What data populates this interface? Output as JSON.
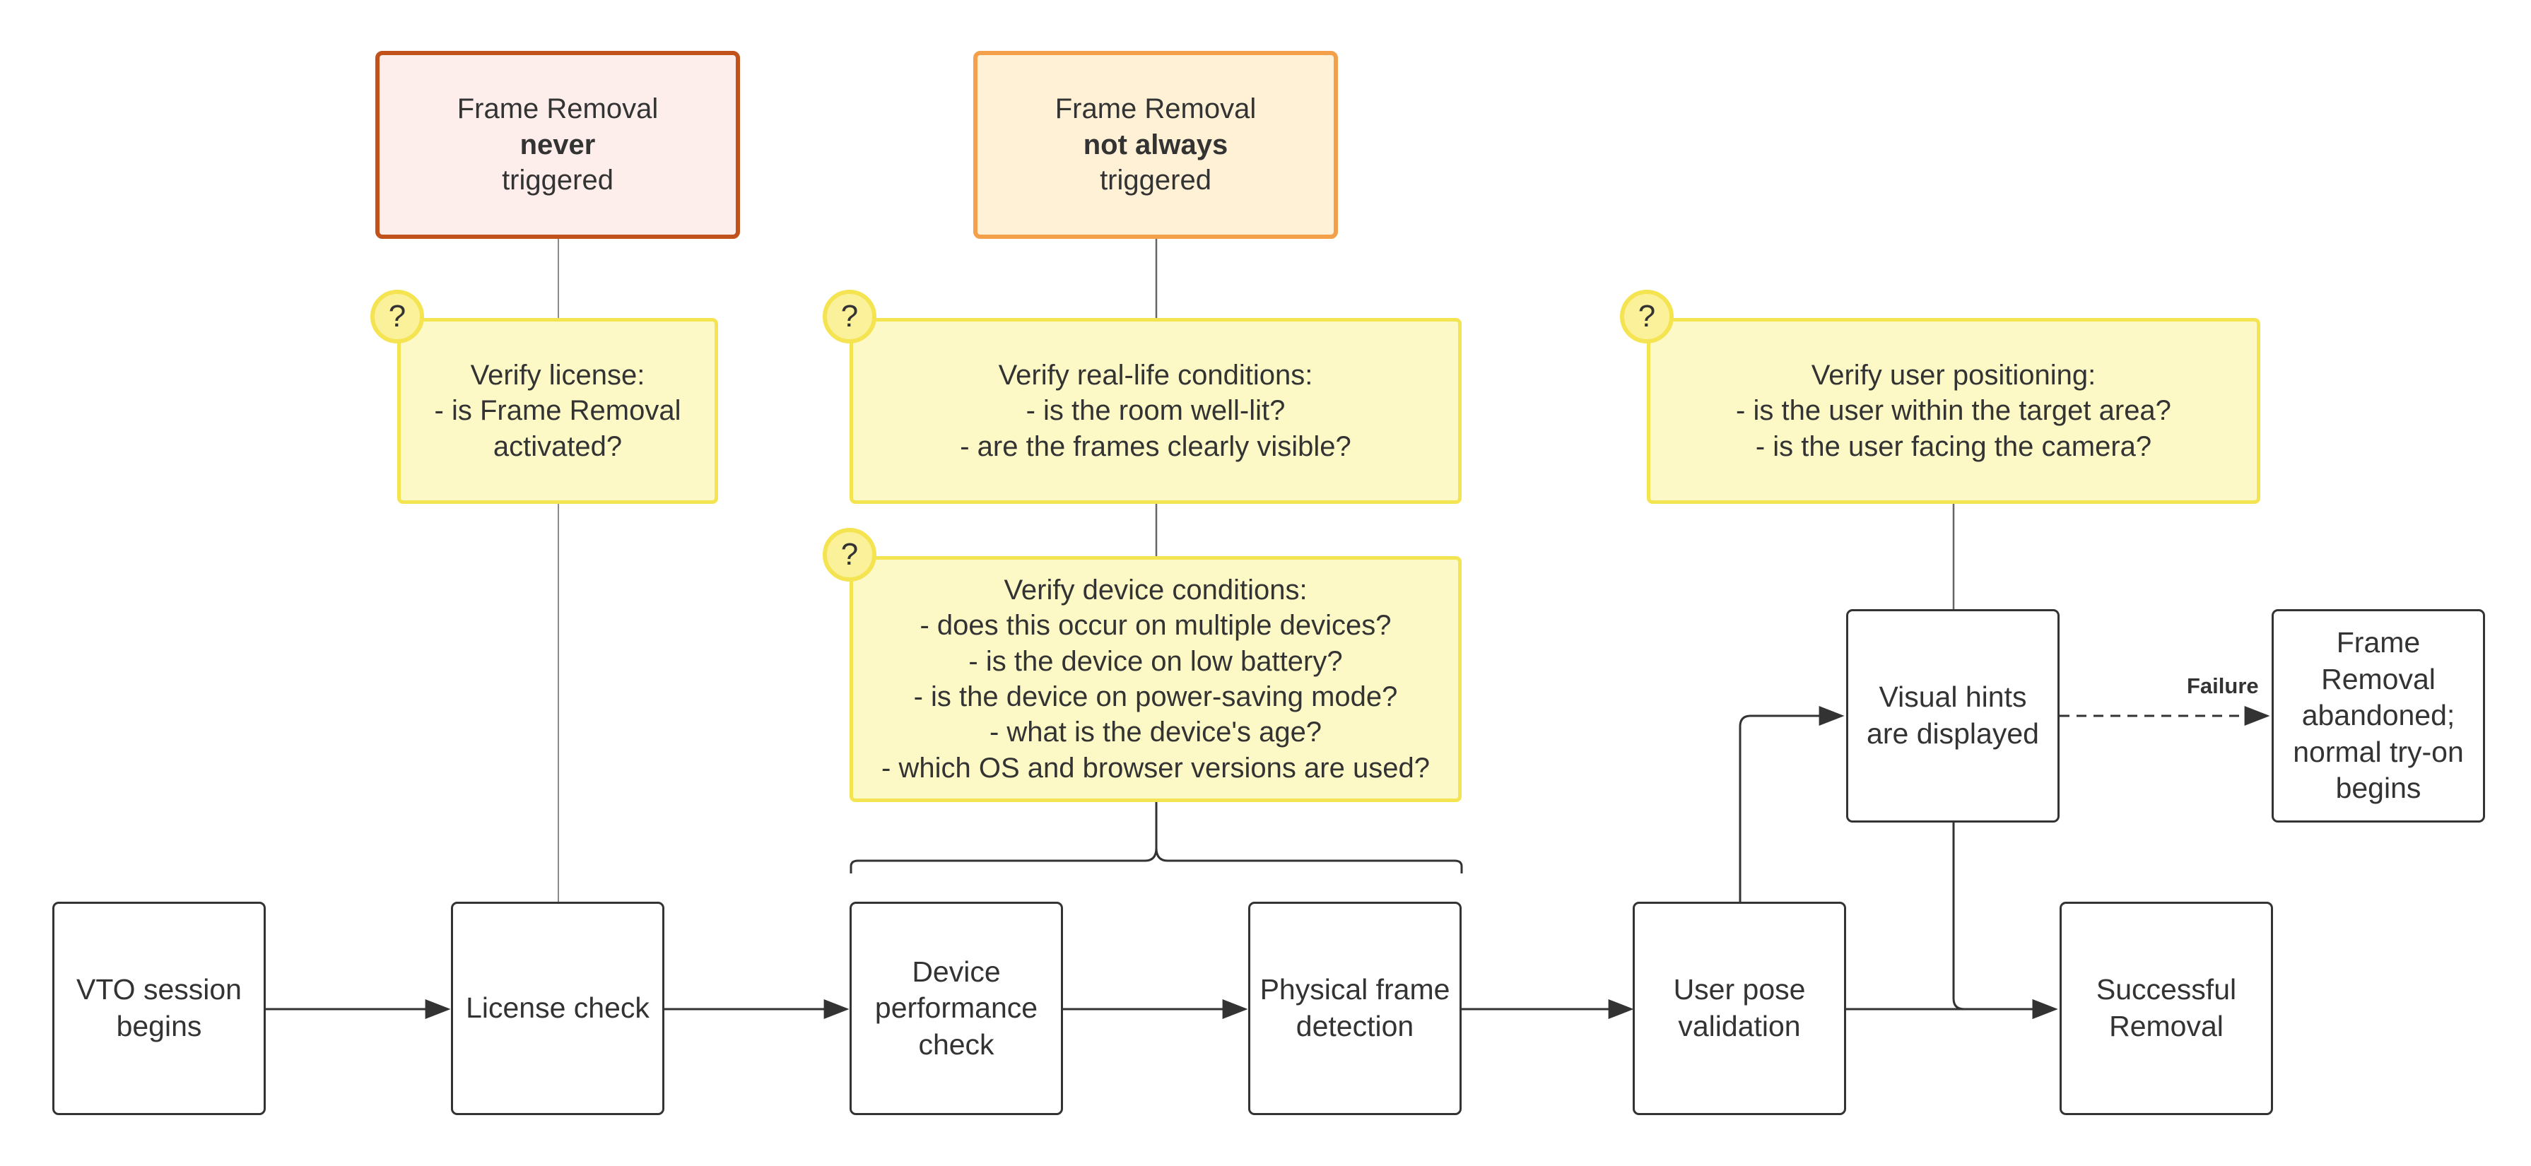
{
  "triggers": {
    "never": {
      "line1": "Frame Removal",
      "emphasis": "never",
      "line3": "triggered"
    },
    "not_always": {
      "line1": "Frame Removal",
      "emphasis": "not always",
      "line3": "triggered"
    }
  },
  "badge_symbol": "?",
  "checks": {
    "license": [
      "Verify license:",
      "- is Frame Removal",
      "activated?"
    ],
    "real_life": [
      "Verify real-life conditions:",
      "- is the room well-lit?",
      "- are the frames clearly visible?"
    ],
    "device": [
      "Verify device conditions:",
      "- does this occur on multiple devices?",
      "- is the device on low battery?",
      "- is the device on power-saving mode?",
      "- what is the device's age?",
      "- which OS and browser versions are used?"
    ],
    "positioning": [
      "Verify user positioning:",
      "- is the user within the target area?",
      "- is the user facing the camera?"
    ]
  },
  "steps": {
    "vto_session": [
      "VTO session",
      "begins"
    ],
    "license_check": [
      "License check"
    ],
    "device_performance": [
      "Device",
      "performance",
      "check"
    ],
    "frame_detection": [
      "Physical frame",
      "detection"
    ],
    "pose_validation": [
      "User pose",
      "validation"
    ],
    "visual_hints": [
      "Visual hints",
      "are displayed"
    ],
    "successful_removal": [
      "Successful",
      "Removal"
    ],
    "abandoned": [
      "Frame",
      "Removal",
      "abandoned;",
      "normal try-on",
      "begins"
    ]
  },
  "failure_label": "Failure",
  "colors": {
    "step_border": "#333333",
    "note_fill": "#fdf9c7",
    "note_border": "#f4e452",
    "never_fill": "#fdeeec",
    "never_border": "#c2521c",
    "not_always_fill": "#fff1d6",
    "not_always_border": "#f4a04b"
  }
}
